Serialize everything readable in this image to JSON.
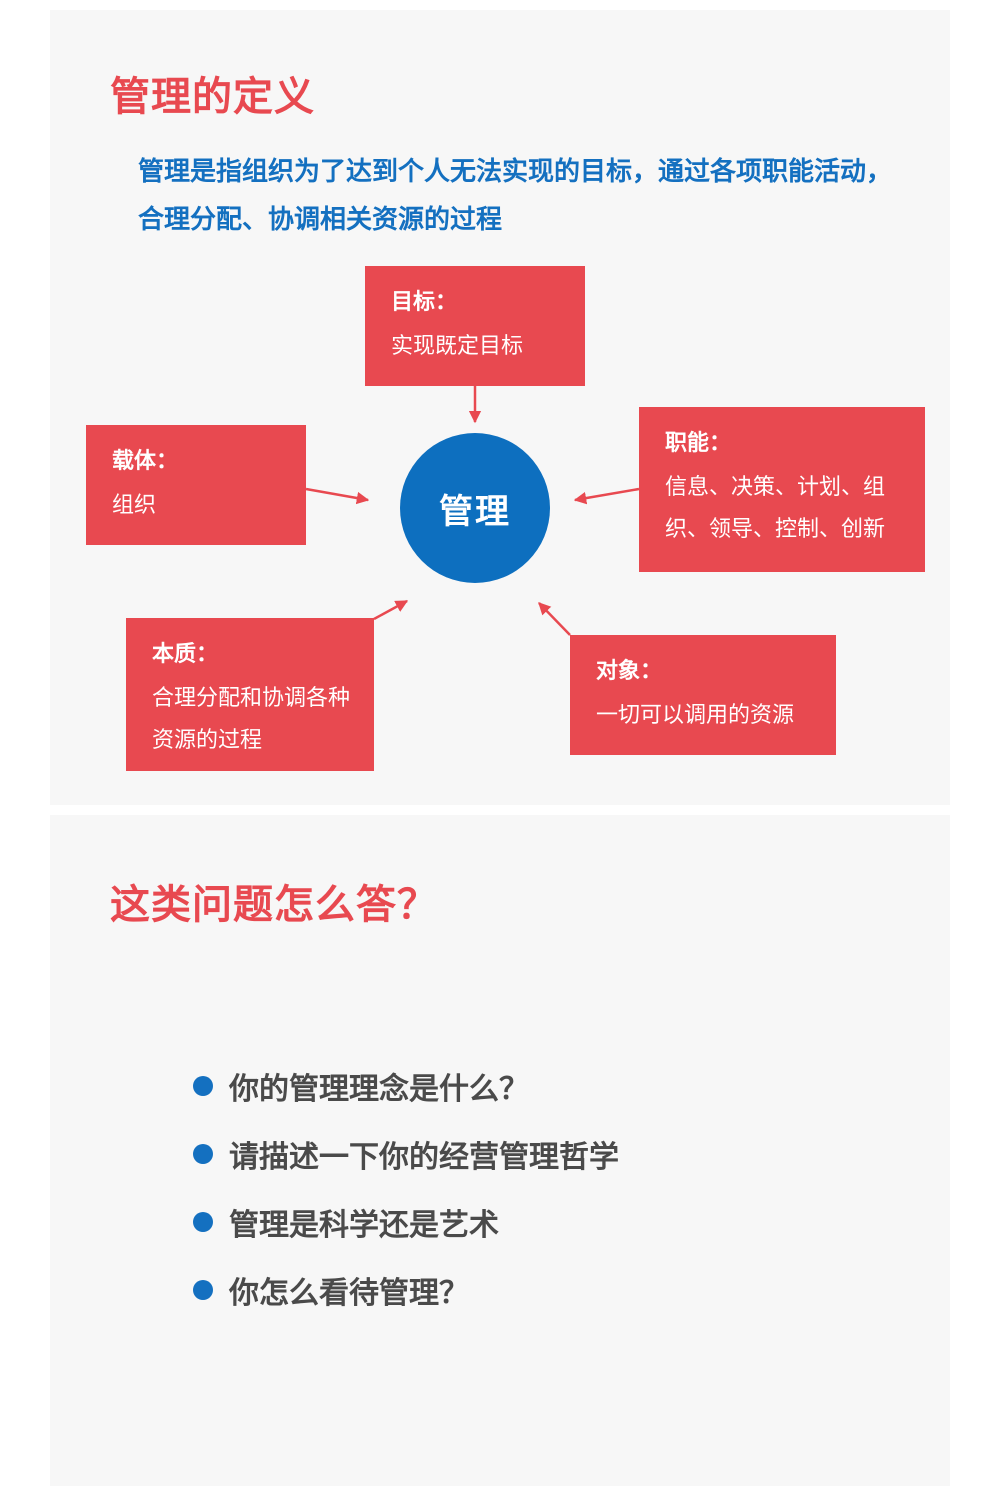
{
  "section1": {
    "heading": "管理的定义",
    "definition": "管理是指组织为了达到个人无法实现的目标，通过各项职能活动，合理分配、协调相关资源的过程"
  },
  "diagram": {
    "center": "管理",
    "nodes": {
      "goal": {
        "title": "目标：",
        "text": "实现既定目标"
      },
      "carrier": {
        "title": "载体：",
        "text": "组织"
      },
      "function": {
        "title": "职能：",
        "text": "信息、决策、计划、组织、领导、控制、创新"
      },
      "essence": {
        "title": "本质：",
        "text": "合理分配和协调各种资源的过程"
      },
      "object": {
        "title": "对象：",
        "text": "一切可以调用的资源"
      }
    }
  },
  "section2": {
    "heading": "这类问题怎么答？",
    "questions": [
      "你的管理理念是什么？",
      "请描述一下你的经营管理哲学",
      "管理是科学还是艺术",
      "你怎么看待管理？"
    ]
  },
  "colors": {
    "accent_red": "#e84950",
    "accent_blue": "#1470c0",
    "hub_blue": "#0d6fbf",
    "panel_bg": "#f7f7f7"
  }
}
